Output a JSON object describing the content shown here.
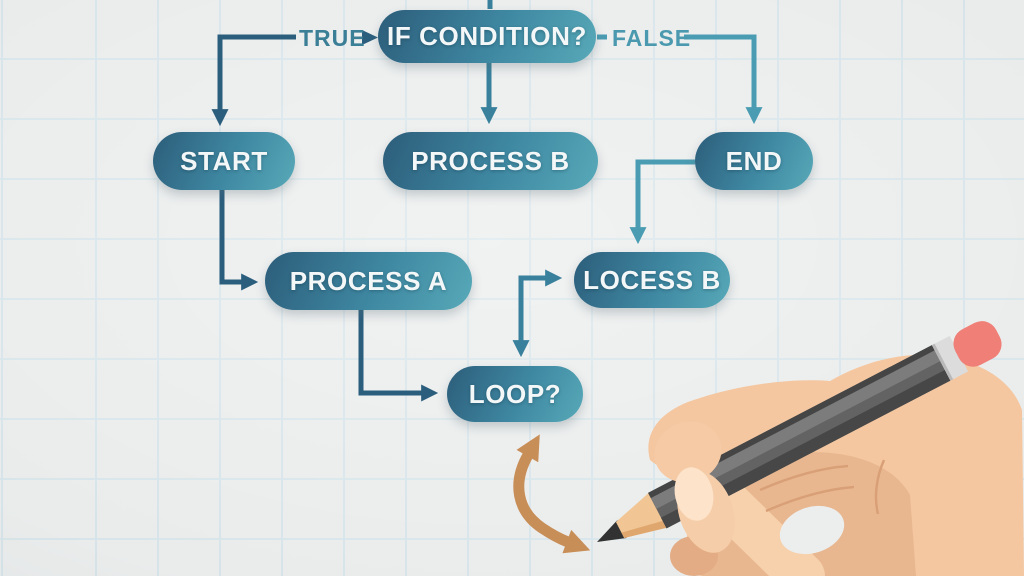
{
  "scene": {
    "description": "Flowchart sketched on grid paper while a hand draws a loop-back arrow with a pencil",
    "background_color": "#eaecec",
    "grid_line_color": "#d6e4ea"
  },
  "flowchart": {
    "nodes": [
      {
        "id": "if-condition",
        "label": "IF CONDITION?"
      },
      {
        "id": "start",
        "label": "START"
      },
      {
        "id": "process-b",
        "label": "PROCESS B"
      },
      {
        "id": "end",
        "label": "END"
      },
      {
        "id": "process-a",
        "label": "PROCESS A"
      },
      {
        "id": "locess-b",
        "label": "LOCESS B"
      },
      {
        "id": "loop",
        "label": "LOOP?"
      }
    ],
    "branch_labels": {
      "true": "TRUE",
      "false": "FALSE"
    },
    "edges": [
      {
        "from": "if-condition",
        "to": "start",
        "label": "TRUE"
      },
      {
        "from": "if-condition",
        "to": "process-b",
        "label": ""
      },
      {
        "from": "if-condition",
        "to": "end",
        "label": "FALSE"
      },
      {
        "from": "start",
        "to": "process-a",
        "label": ""
      },
      {
        "from": "end",
        "to": "locess-b",
        "label": ""
      },
      {
        "from": "process-a",
        "to": "loop",
        "label": ""
      },
      {
        "from": "junction",
        "to": "locess-b",
        "label": ""
      },
      {
        "from": "junction",
        "to": "loop",
        "label": ""
      },
      {
        "from": "pencil-tip",
        "to": "loop",
        "label": "",
        "style": "curved-loopback"
      }
    ],
    "colors": {
      "node_gradient_from": "#2c5d7a",
      "node_gradient_to": "#57a9b8",
      "connector_dark": "#2b5e7d",
      "connector_mid": "#38809c",
      "connector_light": "#4a9cb2",
      "loopback_orange": "#c88e58",
      "label_true": "#3b7f97",
      "label_false": "#4b99af"
    }
  },
  "illustration": {
    "name": "hand-holding-pencil",
    "skin_color": "#f4c7a1",
    "pencil_body_color": "#636363",
    "pencil_wood_color": "#f2c694",
    "eraser_color": "#ef7f77",
    "band_color": "#dcdcdc"
  }
}
